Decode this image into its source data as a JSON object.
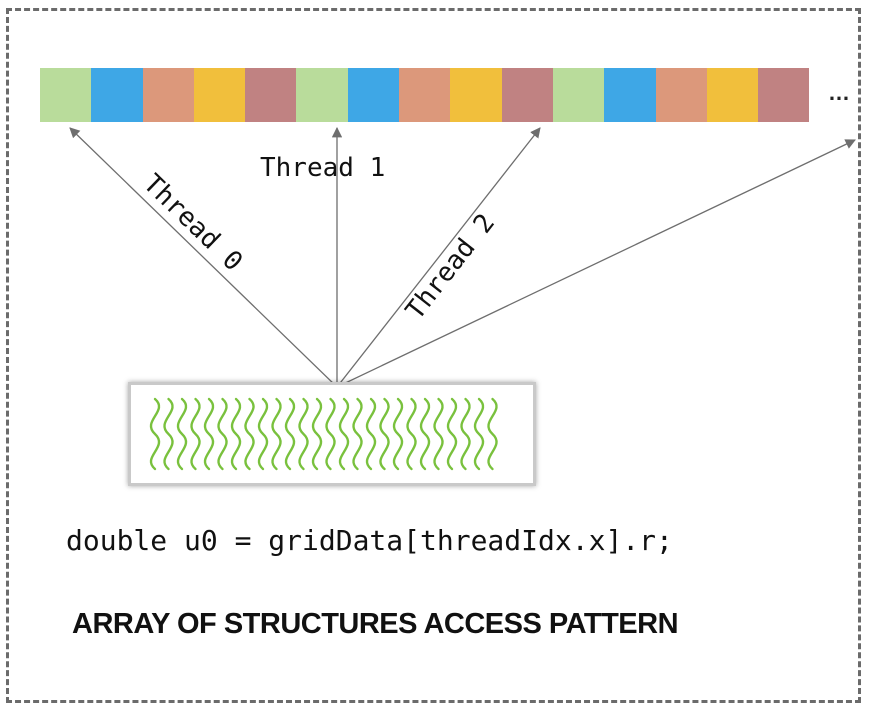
{
  "memory_cells": [
    "#b9dc9b",
    "#3ea7e6",
    "#dc987b",
    "#f1bf3c",
    "#c08282",
    "#b9dc9b",
    "#3ea7e6",
    "#dc987b",
    "#f1bf3c",
    "#c08282",
    "#b9dc9b",
    "#3ea7e6",
    "#dc987b",
    "#f1bf3c",
    "#c08282"
  ],
  "ellipsis": "…",
  "threads": [
    "Thread 0",
    "Thread 1",
    "Thread 2"
  ],
  "code": "double u0 = gridData[threadIdx.x].r;",
  "caption": "ARRAY OF STRUCTURES ACCESS PATTERN",
  "colors": {
    "frame": "#6b6b6b",
    "arrow": "#6e6e6e",
    "gpu_logo": "#79c13d"
  }
}
